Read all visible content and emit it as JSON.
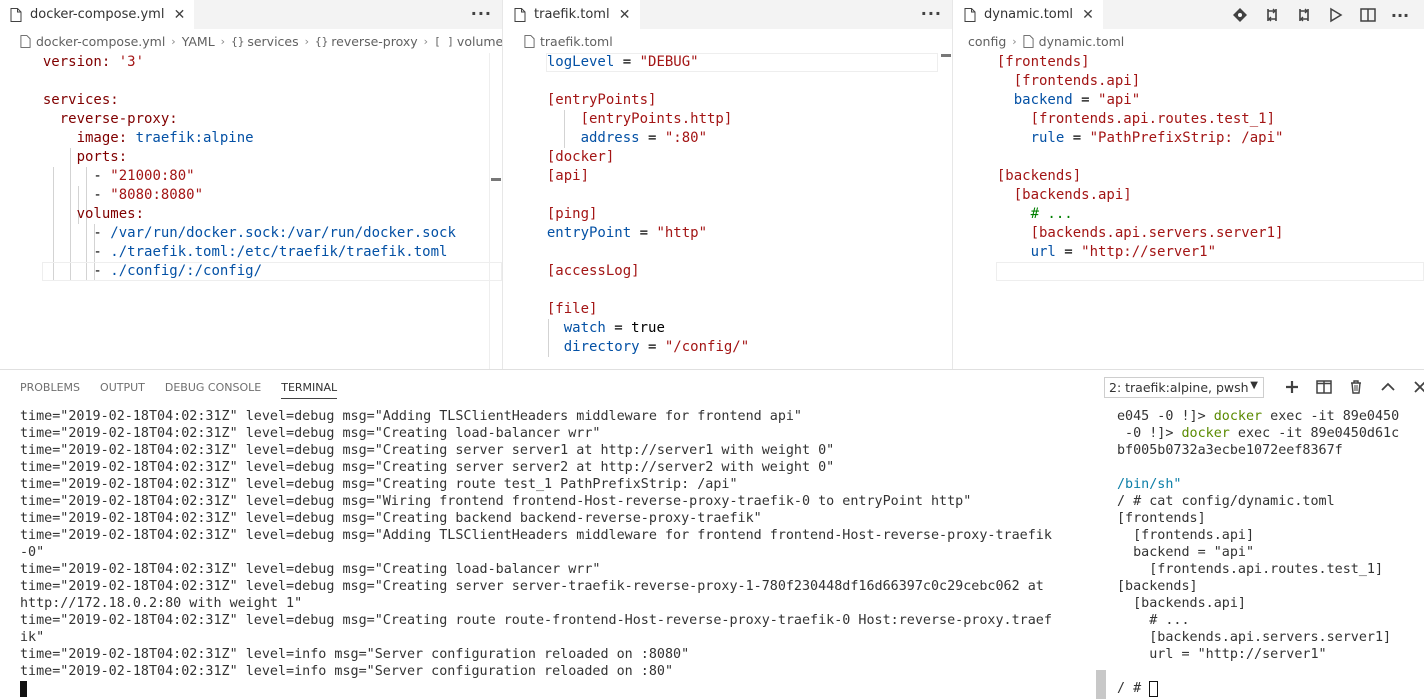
{
  "groups": [
    {
      "tab": "docker-compose.yml",
      "breadcrumb": [
        "docker-compose.yml",
        "YAML",
        "services",
        "reverse-proxy",
        "volumes"
      ],
      "breadcrumb_icons": [
        "",
        "",
        "{}",
        "{}",
        "[ ]"
      ]
    },
    {
      "tab": "traefik.toml",
      "breadcrumb": [
        "traefik.toml"
      ]
    },
    {
      "tab": "dynamic.toml",
      "breadcrumb": [
        "config",
        "dynamic.toml"
      ]
    }
  ],
  "compose_lines": [
    [
      [
        "  version: ",
        "c-key"
      ],
      [
        "'3'",
        "c-str"
      ]
    ],
    [],
    [
      [
        "  services:",
        "c-key"
      ]
    ],
    [
      [
        "    reverse-proxy:",
        "c-key"
      ]
    ],
    [
      [
        "      image: ",
        "c-key"
      ],
      [
        "traefik:alpine",
        "c-blue"
      ]
    ],
    [
      [
        "      ports:",
        "c-key"
      ]
    ],
    [
      [
        "        - ",
        "c-plain"
      ],
      [
        "\"21000:80\"",
        "c-str"
      ]
    ],
    [
      [
        "        - ",
        "c-plain"
      ],
      [
        "\"8080:8080\"",
        "c-str"
      ]
    ],
    [
      [
        "      volumes:",
        "c-key"
      ]
    ],
    [
      [
        "        - ",
        "c-plain"
      ],
      [
        "/var/run/docker.sock:/var/run/docker.sock",
        "c-blue"
      ]
    ],
    [
      [
        "        - ",
        "c-plain"
      ],
      [
        "./traefik.toml:/etc/traefik/traefik.toml",
        "c-blue"
      ]
    ],
    [
      [
        "        - ",
        "c-plain"
      ],
      [
        "./config/:/config/",
        "c-blue"
      ]
    ]
  ],
  "traefik_lines": [
    [
      [
        "  logLevel",
        "c-tkey"
      ],
      [
        " = ",
        "c-plain"
      ],
      [
        "\"DEBUG\"",
        "c-str"
      ]
    ],
    [],
    [
      [
        "  [entryPoints]",
        "c-sec"
      ]
    ],
    [
      [
        "      [entryPoints.http]",
        "c-sec"
      ]
    ],
    [
      [
        "      address",
        "c-tkey"
      ],
      [
        " = ",
        "c-plain"
      ],
      [
        "\":80\"",
        "c-str"
      ]
    ],
    [
      [
        "  [docker]",
        "c-sec"
      ]
    ],
    [
      [
        "  [api]",
        "c-sec"
      ]
    ],
    [],
    [
      [
        "  [ping]",
        "c-sec"
      ]
    ],
    [
      [
        "  entryPoint",
        "c-tkey"
      ],
      [
        " = ",
        "c-plain"
      ],
      [
        "\"http\"",
        "c-str"
      ]
    ],
    [],
    [
      [
        "  [accessLog]",
        "c-sec"
      ]
    ],
    [],
    [
      [
        "  [file]",
        "c-sec"
      ]
    ],
    [
      [
        "    watch",
        "c-tkey"
      ],
      [
        " = ",
        "c-plain"
      ],
      [
        "true",
        "c-plain"
      ]
    ],
    [
      [
        "    directory",
        "c-tkey"
      ],
      [
        " = ",
        "c-plain"
      ],
      [
        "\"/config/\"",
        "c-str"
      ]
    ]
  ],
  "dynamic_lines": [
    [
      [
        "  [frontends]",
        "c-sec"
      ]
    ],
    [
      [
        "    [frontends.api]",
        "c-sec"
      ]
    ],
    [
      [
        "    backend",
        "c-tkey"
      ],
      [
        " = ",
        "c-plain"
      ],
      [
        "\"api\"",
        "c-str"
      ]
    ],
    [
      [
        "      [frontends.api.routes.test_1]",
        "c-sec"
      ]
    ],
    [
      [
        "      rule",
        "c-tkey"
      ],
      [
        " = ",
        "c-plain"
      ],
      [
        "\"PathPrefixStrip: /api\"",
        "c-str"
      ]
    ],
    [],
    [
      [
        "  [backends]",
        "c-sec"
      ]
    ],
    [
      [
        "    [backends.api]",
        "c-sec"
      ]
    ],
    [
      [
        "      # ...",
        "c-cmt"
      ]
    ],
    [
      [
        "      [backends.api.servers.server1]",
        "c-sec"
      ]
    ],
    [
      [
        "      url",
        "c-tkey"
      ],
      [
        " = ",
        "c-plain"
      ],
      [
        "\"http://server1\"",
        "c-str"
      ]
    ]
  ],
  "panel": {
    "tabs": [
      "PROBLEMS",
      "OUTPUT",
      "DEBUG CONSOLE",
      "TERMINAL"
    ],
    "terminal_select": "2: traefik:alpine, pwsh"
  },
  "terminal_left": [
    "time=\"2019-02-18T04:02:31Z\" level=debug msg=\"Adding TLSClientHeaders middleware for frontend api\"",
    "time=\"2019-02-18T04:02:31Z\" level=debug msg=\"Creating load-balancer wrr\"",
    "time=\"2019-02-18T04:02:31Z\" level=debug msg=\"Creating server server1 at http://server1 with weight 0\"",
    "time=\"2019-02-18T04:02:31Z\" level=debug msg=\"Creating server server2 at http://server2 with weight 0\"",
    "time=\"2019-02-18T04:02:31Z\" level=debug msg=\"Creating route test_1 PathPrefixStrip: /api\"",
    "time=\"2019-02-18T04:02:31Z\" level=debug msg=\"Wiring frontend frontend-Host-reverse-proxy-traefik-0 to entryPoint http\"",
    "time=\"2019-02-18T04:02:31Z\" level=debug msg=\"Creating backend backend-reverse-proxy-traefik\"",
    "time=\"2019-02-18T04:02:31Z\" level=debug msg=\"Adding TLSClientHeaders middleware for frontend frontend-Host-reverse-proxy-traefik",
    "-0\"",
    "time=\"2019-02-18T04:02:31Z\" level=debug msg=\"Creating load-balancer wrr\"",
    "time=\"2019-02-18T04:02:31Z\" level=debug msg=\"Creating server server-traefik-reverse-proxy-1-780f230448df16d66397c0c29cebc062 at",
    "http://172.18.0.2:80 with weight 1\"",
    "time=\"2019-02-18T04:02:31Z\" level=debug msg=\"Creating route route-frontend-Host-reverse-proxy-traefik-0 Host:reverse-proxy.traef",
    "ik\"",
    "time=\"2019-02-18T04:02:31Z\" level=info msg=\"Server configuration reloaded on :8080\"",
    "time=\"2019-02-18T04:02:31Z\" level=info msg=\"Server configuration reloaded on :80\""
  ],
  "terminal_right": [
    [
      [
        "e045 -0 !]> ",
        "t-gray"
      ],
      [
        "docker",
        "t-green"
      ],
      [
        " exec -it 89e0450",
        "t-gray"
      ]
    ],
    [
      [
        " -0 !]> ",
        "t-gray"
      ],
      [
        "docker",
        "t-green"
      ],
      [
        " exec -it 89e0450d61c",
        "t-gray"
      ]
    ],
    [
      [
        "bf005b0732a3ecbe1072eef8367f",
        "t-gray"
      ]
    ],
    [],
    [
      [
        "/bin/sh\"",
        "t-teal"
      ]
    ],
    [
      [
        "/ # cat config/dynamic.toml",
        "t-gray"
      ]
    ],
    [
      [
        "[frontends]",
        "t-gray"
      ]
    ],
    [
      [
        "  [frontends.api]",
        "t-gray"
      ]
    ],
    [
      [
        "  backend = \"api\"",
        "t-gray"
      ]
    ],
    [
      [
        "    [frontends.api.routes.test_1]",
        "t-gray"
      ]
    ],
    [
      [
        "[backends]",
        "t-gray"
      ]
    ],
    [
      [
        "  [backends.api]",
        "t-gray"
      ]
    ],
    [
      [
        "    # ...",
        "t-gray"
      ]
    ],
    [
      [
        "    [backends.api.servers.server1]",
        "t-gray"
      ]
    ],
    [
      [
        "    url = \"http://server1\"",
        "t-gray"
      ]
    ],
    [],
    [
      [
        "/ # ",
        "t-gray"
      ]
    ]
  ]
}
